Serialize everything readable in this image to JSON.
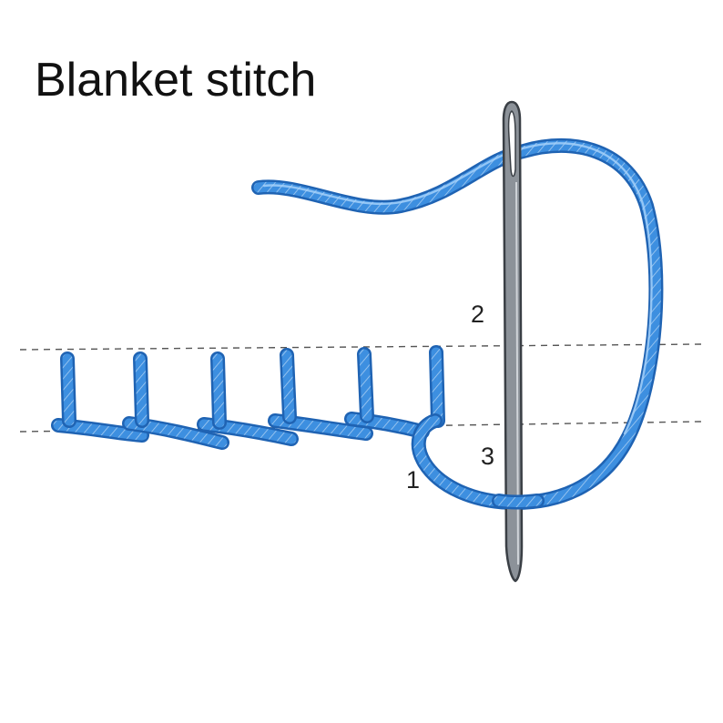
{
  "title": "Blanket stitch",
  "labels": {
    "step1": "1",
    "step2": "2",
    "step3": "3"
  },
  "colors": {
    "thread": "#3d8fe0",
    "thread_dark": "#1f63b3",
    "thread_light": "#a9d3fb",
    "needle": "#8c9299",
    "needle_outline": "#3a3f45",
    "guide_line": "#555555",
    "text": "#111111"
  },
  "elements": {
    "needle": "needle",
    "thread": "blue-thread",
    "guides": "dashed-guide-lines",
    "stitch_count": 6
  }
}
